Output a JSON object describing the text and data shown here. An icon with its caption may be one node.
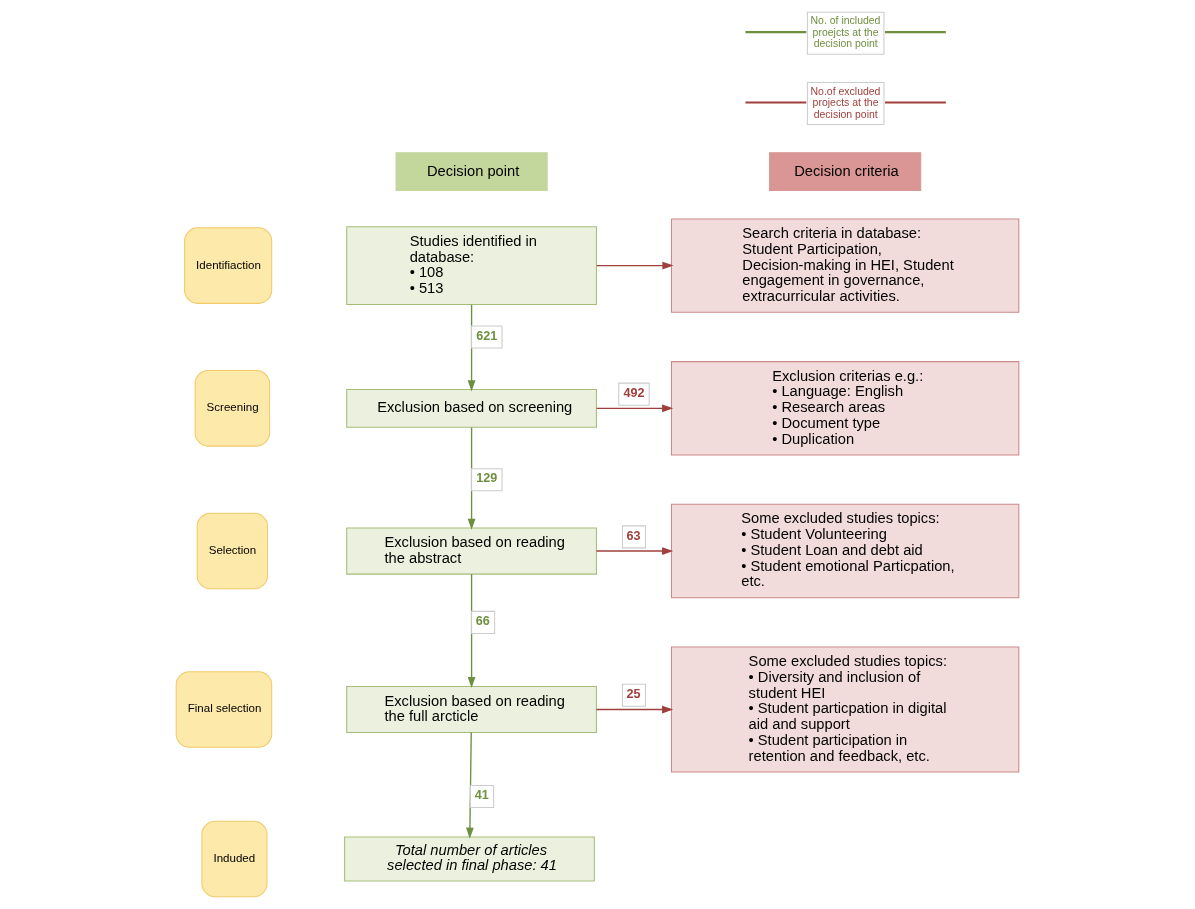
{
  "diagram": {
    "nodes": [
      {
        "text": [
          "Decision point"
        ]
      },
      {
        "text": [
          "Decision criteria"
        ]
      },
      {
        "text": [
          "Identifiaction"
        ]
      },
      {
        "text": [
          "Studies identified in database:",
          "• 108",
          "• 513"
        ]
      },
      {
        "text": [
          "Search criteria in database: Student Participation, Decision-making in HEI, Student engagement in governance, extracurricular activities."
        ]
      },
      {
        "text": [
          "Screening"
        ]
      },
      {
        "text": [
          "Exclusion based on screening"
        ]
      },
      {
        "text": [
          "Exclusion criterias e.g.:",
          "• Language: English",
          "• Research areas",
          "• Document type",
          "• Duplication"
        ]
      },
      {
        "text": [
          "Selection"
        ]
      },
      {
        "text": [
          "Exclusion based on reading the abstract"
        ]
      },
      {
        "text": [
          "Some excluded studies topics:",
          "• Student Volunteering",
          "• Student Loan and debt aid",
          "• Student emotional Particpation, etc."
        ]
      },
      {
        "text": [
          "Final selection"
        ]
      },
      {
        "text": [
          "Exclusion based on reading the full arcticle"
        ]
      },
      {
        "text": [
          "Some excluded studies topics:",
          "• Diversity and inclusion of student HEI",
          "• Student particpation in digital aid and support",
          "• Student participation in retention and feedback, etc."
        ]
      },
      {
        "text": [
          "Induded"
        ]
      },
      {
        "text": [
          "Total number of articles selected in final phase: 41"
        ]
      }
    ],
    "edges": [
      {
        "from": 3,
        "to": 4,
        "arrow": "to",
        "color": "#a0403c"
      },
      {
        "from": 3,
        "to": 6,
        "arrow": "to",
        "label": "621",
        "color": "#6f8f3f"
      },
      {
        "from": 6,
        "to": 7,
        "arrow": "to",
        "label": "492",
        "color": "#a0403c"
      },
      {
        "from": 6,
        "to": 9,
        "arrow": "to",
        "label": "129",
        "color": "#6f8f3f"
      },
      {
        "from": 9,
        "to": 10,
        "arrow": "to",
        "label": "63",
        "color": "#a0403c"
      },
      {
        "from": 9,
        "to": 12,
        "arrow": "to",
        "label": "66",
        "color": "#6f8f3f"
      },
      {
        "from": 12,
        "to": 13,
        "arrow": "to",
        "label": "25",
        "color": "#a0403c"
      },
      {
        "from": 12,
        "to": 15,
        "arrow": "to",
        "label": "41",
        "color": "#6f8f3f"
      }
    ],
    "legend": [
      {
        "text": "No. of included proejcts at the decision point"
      },
      {
        "text": "No.of excluded projects at the decision point"
      }
    ]
  }
}
